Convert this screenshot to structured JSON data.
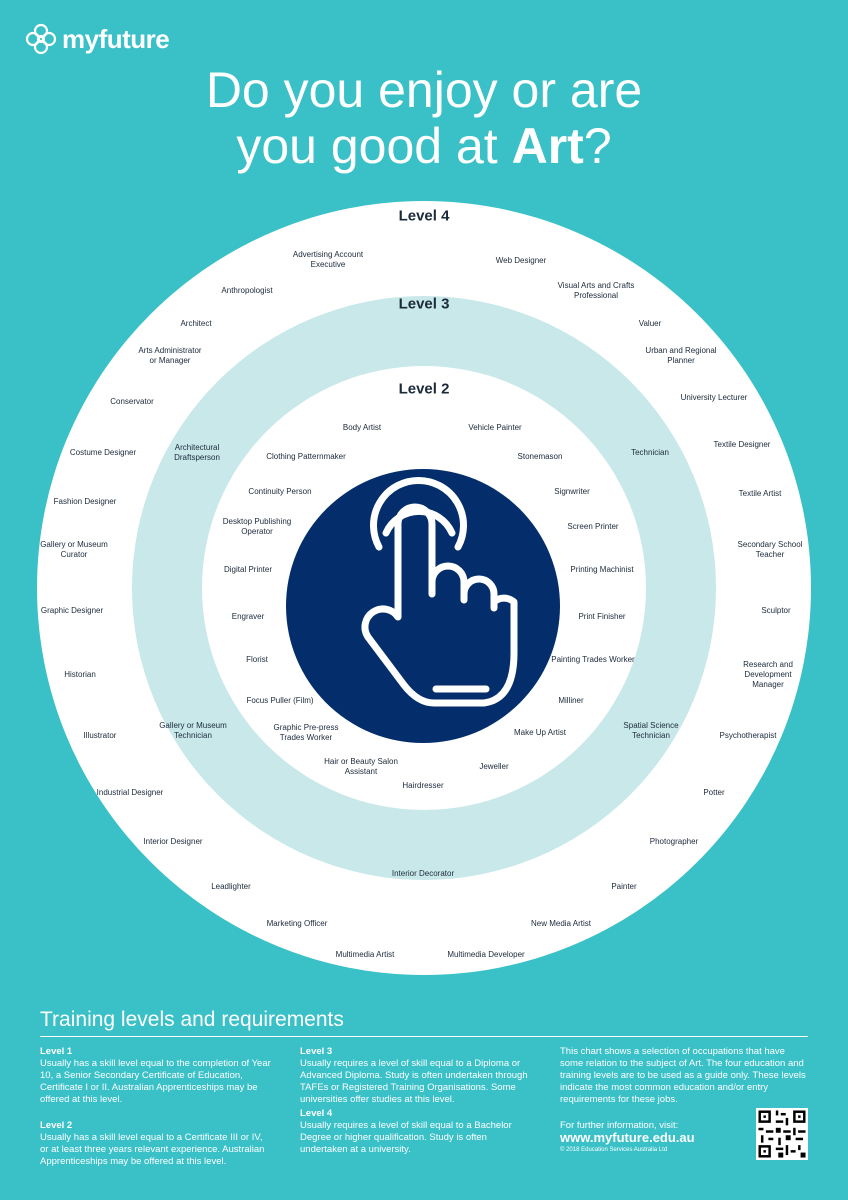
{
  "brand": {
    "name": "myfuture"
  },
  "title": {
    "line1": "Do you enjoy or are",
    "line2_prefix": "you good at ",
    "subject": "Art",
    "suffix": "?"
  },
  "levels": {
    "level4": "Level 4",
    "level3": "Level 3",
    "level2": "Level 2"
  },
  "occupations": {
    "level4": [
      "Advertising Account\nExecutive",
      "Web Designer",
      "Anthropologist",
      "Visual Arts and Crafts\nProfessional",
      "Architect",
      "Valuer",
      "Arts Administrator\nor Manager",
      "Urban and Regional\nPlanner",
      "Conservator",
      "University Lecturer",
      "Costume Designer",
      "Textile Designer",
      "Fashion Designer",
      "Textile Artist",
      "Gallery or Museum\nCurator",
      "Secondary School\nTeacher",
      "Graphic Designer",
      "Sculptor",
      "Historian",
      "Research and\nDevelopment Manager",
      "Illustrator",
      "Psychotherapist",
      "Industrial Designer",
      "Potter",
      "Interior Designer",
      "Photographer",
      "Leadlighter",
      "Painter",
      "Marketing Officer",
      "New Media Artist",
      "Multimedia Artist",
      "Multimedia Developer"
    ],
    "level3": [
      "Architectural\nDraftsperson",
      "Technician",
      "Gallery or Museum\nTechnician",
      "Spatial Science\nTechnician",
      "Interior Decorator"
    ],
    "level2": [
      "Body Artist",
      "Vehicle Painter",
      "Clothing Patternmaker",
      "Stonemason",
      "Continuity Person",
      "Signwriter",
      "Desktop Publishing\nOperator",
      "Screen Printer",
      "Digital Printer",
      "Printing Machinist",
      "Engraver",
      "Print Finisher",
      "Florist",
      "Painting Trades Worker",
      "Focus Puller (Film)",
      "Milliner",
      "Graphic Pre-press\nTrades Worker",
      "Make Up Artist",
      "Hair or Beauty Salon\nAssistant",
      "Jeweller",
      "Hairdresser"
    ]
  },
  "training": {
    "heading": "Training levels and requirements",
    "l1_title": "Level 1",
    "l1_text": "Usually has a skill level equal to the completion of Year 10, a Senior Secondary Certificate of Education, Certificate I or II. Australian Apprenticeships may be offered at this level.",
    "l2_title": "Level 2",
    "l2_text": "Usually has a skill level equal to a Certificate III or IV, or at least three years relevant experience. Australian Apprenticeships may be offered at this level.",
    "l3_title": "Level 3",
    "l3_text": "Usually requires a level of skill equal to a Diploma or Advanced Diploma. Study is often undertaken through TAFEs or Registered Training Organisations. Some universities offer studies at this level.",
    "l4_title": "Level 4",
    "l4_text": "Usually requires a level of skill equal to a Bachelor Degree or higher qualification. Study is often undertaken at a university.",
    "note": "This chart shows a selection of occupations that have some relation to the subject of Art. The four education and training levels are to be used as a guide only. These levels indicate the most common education and/or entry requirements for these jobs.",
    "further": "For further information, visit:",
    "url": "www.myfuture.edu.au",
    "copyright": "© 2018 Education Services Australia Ltd"
  },
  "colors": {
    "background": "#3ac0c7",
    "outer_ring": "#ffffff",
    "middle_ring": "#c9e8ea",
    "inner_ring": "#ffffff",
    "center": "#032e6b"
  }
}
